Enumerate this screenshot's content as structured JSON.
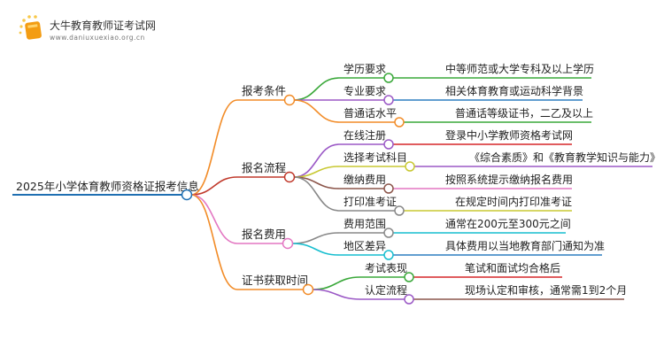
{
  "logo": {
    "title": "大牛教育教师证考试网",
    "url": "www.daniuxuexiao.org.cn"
  },
  "root": "2025年小学体育教师资格证报考信息",
  "branches": [
    {
      "label": "报考条件",
      "color": "#f28c28",
      "children": [
        {
          "label": "学历要求",
          "color": "#3aa83a",
          "detail": "中等师范或大学专科及以上学历",
          "detail_color": "#3aa83a"
        },
        {
          "label": "专业要求",
          "color": "#9b59c6",
          "detail": "相关体育教育或运动科学背景",
          "detail_color": "#2f7fc1"
        },
        {
          "label": "普通话水平",
          "color": "#f28c28",
          "detail": "普通话等级证书，二乙及以上",
          "detail_color": "#3aa83a"
        }
      ]
    },
    {
      "label": "报名流程",
      "color": "#c0392b",
      "children": [
        {
          "label": "在线注册",
          "color": "#9b59c6",
          "detail": "登录中小学教师资格考试网",
          "detail_color": "#d62728"
        },
        {
          "label": "选择考试科目",
          "color": "#c8c832",
          "detail": "《综合素质》和《教育教学知识与能力》",
          "detail_color": "#9b59c6"
        },
        {
          "label": "缴纳费用",
          "color": "#8c564b",
          "detail": "按照系统提示缴纳报名费用",
          "detail_color": "#e377c2"
        },
        {
          "label": "打印准考证",
          "color": "#888888",
          "detail": "在规定时间内打印准考证",
          "detail_color": "#c8c832"
        }
      ]
    },
    {
      "label": "报名费用",
      "color": "#e377c2",
      "children": [
        {
          "label": "费用范围",
          "color": "#888888",
          "detail": "通常在200元至300元之间",
          "detail_color": "#17becf"
        },
        {
          "label": "地区差异",
          "color": "#17becf",
          "detail": "具体费用以当地教育部门通知为准",
          "detail_color": "#2f7fc1"
        }
      ]
    },
    {
      "label": "证书获取时间",
      "color": "#f28c28",
      "children": [
        {
          "label": "考试表现",
          "color": "#3aa83a",
          "detail": "笔试和面试均合格后",
          "detail_color": "#d62728"
        },
        {
          "label": "认定流程",
          "color": "#9b59c6",
          "detail": "现场认定和审核，通常需1到2个月",
          "detail_color": "#8c564b"
        }
      ]
    }
  ],
  "root_color": "#1f6fb2"
}
